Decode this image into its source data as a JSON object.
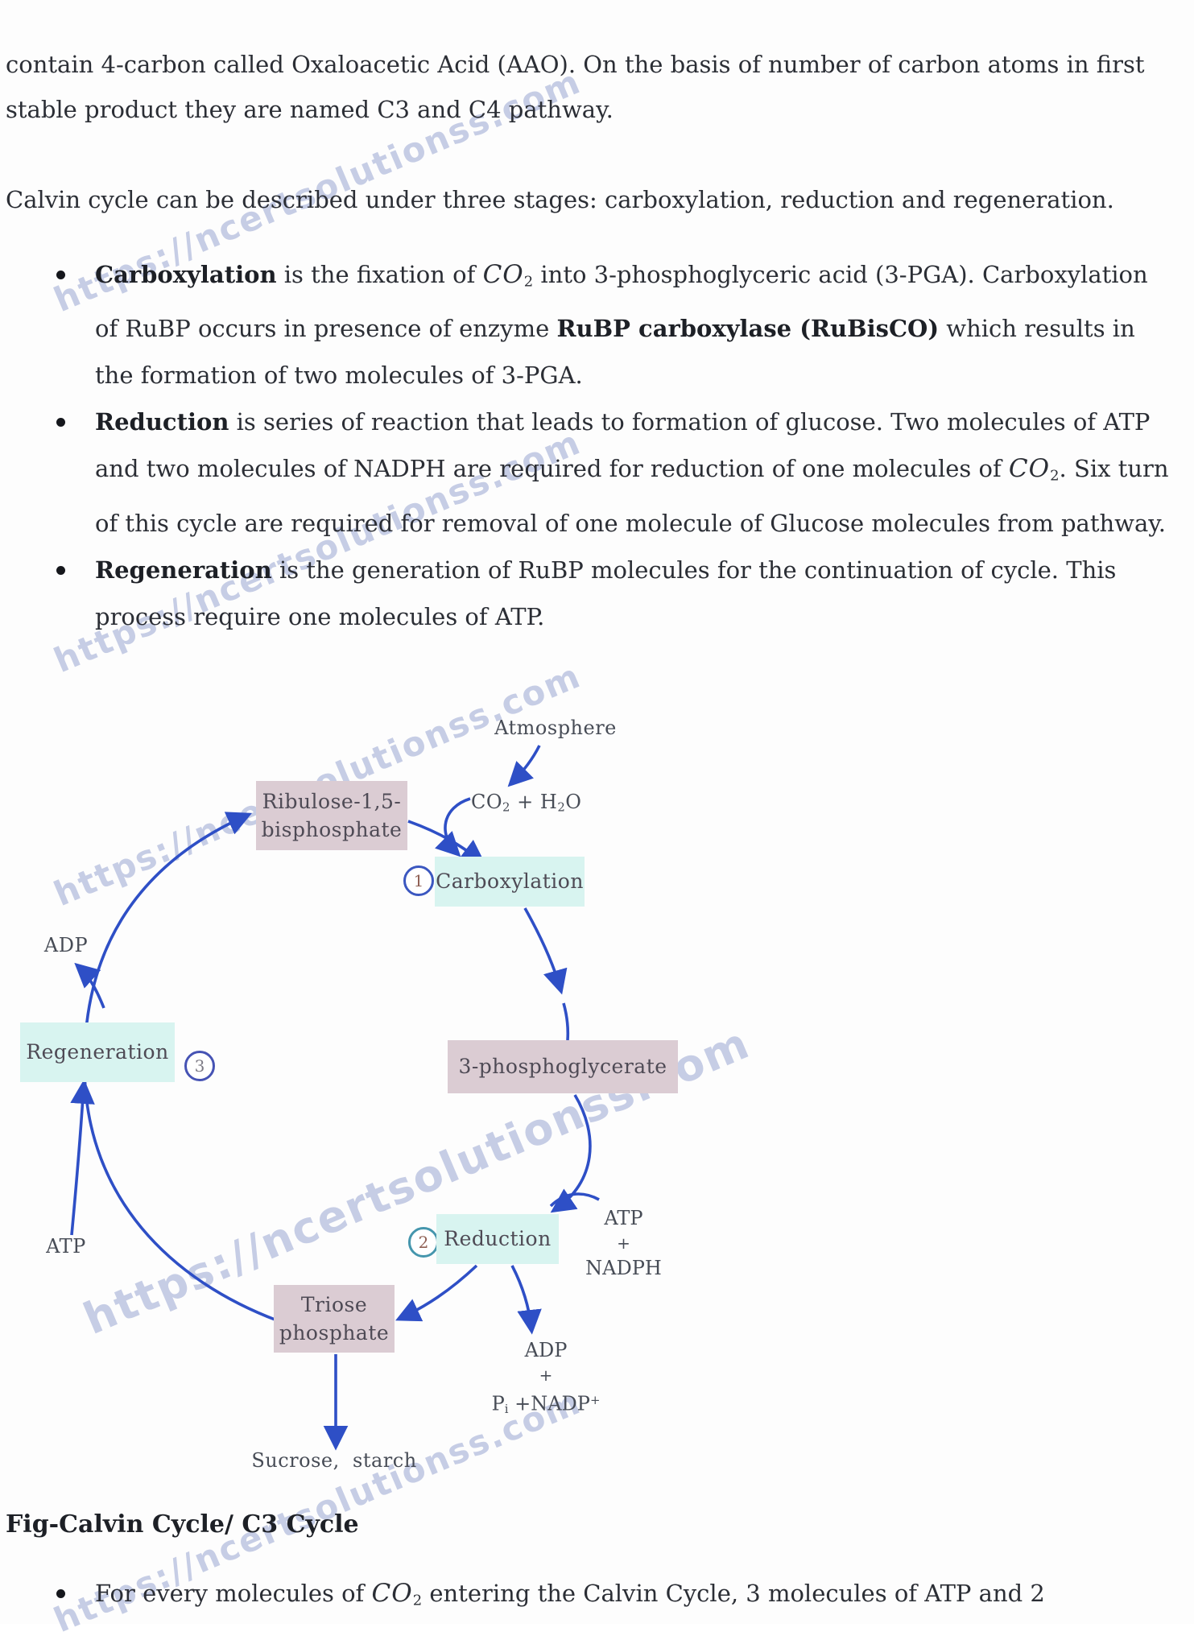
{
  "watermark": {
    "text": "https://ncertsolutionss.com"
  },
  "content": {
    "p1": "contain 4-carbon called Oxaloacetic Acid (AAO). On the basis of number of carbon atoms in first stable product they are named C3 and C4 pathway.",
    "p2": "Calvin cycle can be described under three stages: carboxylation, reduction and regeneration.",
    "bullets": {
      "b1": {
        "lead": "Carboxylation",
        "t1": " is the fixation of ",
        "m1": "CO",
        "m1s": "2",
        "t2": " into 3-phosphoglyceric acid (3-PGA). Carboxylation of RuBP occurs in presence of enzyme ",
        "bold2": "RuBP carboxylase (RuBisCO)",
        "t3": " which results in the formation of two molecules of 3-PGA."
      },
      "b2": {
        "lead": "Reduction",
        "t1": " is series of reaction that leads to formation of glucose. Two molecules of ATP and two molecules of NADPH are required for reduction of one molecules of ",
        "m1": "CO",
        "m1s": "2",
        "t2": ". Six turn of this cycle are required for removal of one molecule of Glucose molecules from pathway."
      },
      "b3": {
        "lead": "Regeneration",
        "t1": " is the generation of RuBP molecules for the continuation of cycle. This process require one molecules of ATP."
      }
    },
    "fig_caption": "Fig-Calvin Cycle/ C3 Cycle",
    "b4": {
      "t1": "For every molecules of ",
      "m1": "CO",
      "m1s": "2",
      "t2": " entering the Calvin Cycle, 3 molecules of ATP and 2"
    }
  },
  "diagram": {
    "atmosphere": "Atmosphere",
    "co2": {
      "t1": "CO",
      "s1": "2",
      "t2": " + H",
      "s2": "2",
      "t3": "O"
    },
    "rubp1": "Ribulose-1,5-",
    "rubp2": "bisphosphate",
    "step1": {
      "num": "1",
      "label": "Carboxylation"
    },
    "pga": "3-phosphoglycerate",
    "step2": {
      "num": "2",
      "label": "Reduction"
    },
    "step3": {
      "num": "3",
      "label": "Regeneration"
    },
    "adp_left": "ADP",
    "atp_left": "ATP",
    "atp_right": {
      "l1": "ATP",
      "l2": "+",
      "l3": "NADPH"
    },
    "out_bottom": {
      "l1": "ADP",
      "l2": "+",
      "p": "P",
      "pi": "i",
      "rest": " +NADP",
      "sup": "+"
    },
    "triose1": "Triose",
    "triose2": "phosphate",
    "sucrose": "Sucrose,  starch"
  },
  "colors": {
    "arrow_blue": "#2e4fc6",
    "box_pink": "#dbccd3",
    "box_cyan": "#d8f4f0",
    "circle_ring": "#3b57c0",
    "circle_ring_teal": "#4596ad",
    "watermark": "#7a8ac4"
  }
}
